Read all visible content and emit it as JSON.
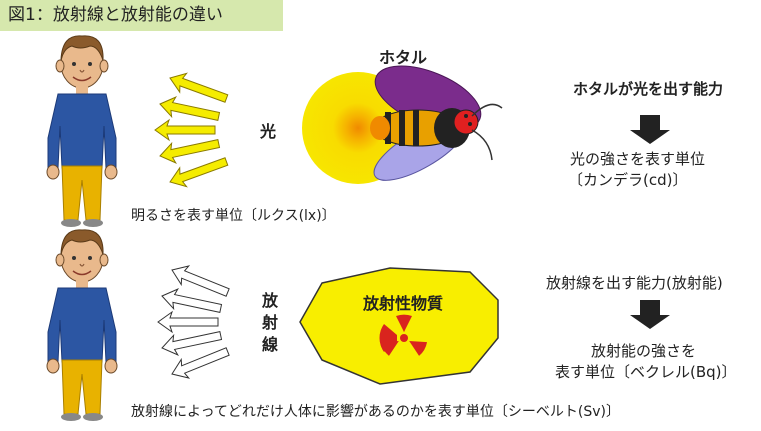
{
  "title": "図1：放射線と放射能の違い",
  "top": {
    "firefly_label": "ホタル",
    "light_label": "光",
    "ability": "ホタルが光を出す能力",
    "unit_line1": "光の強さを表す単位",
    "unit_line2": "〔カンデラ(cd)〕",
    "person_caption": "明るさを表す単位〔ルクス(lx)〕"
  },
  "bottom": {
    "radiation_label_chars": [
      "放",
      "射",
      "線"
    ],
    "material_label": "放射性物質",
    "ability": "放射線を出す能力(放射能)",
    "unit_line1": "放射能の強さを",
    "unit_line2": "表す単位〔ベクレル(Bq)〕",
    "person_caption": "放射線によってどれだけ人体に影響があるのかを表す単位〔シーベルト(Sv)〕"
  },
  "colors": {
    "title_bg": "#d6e8ad",
    "light_yellow": "#f7e600",
    "arrow_yellow": "#f5ec00",
    "firefly_wing": "#7b2c8c",
    "radioactive_yellow": "#f8ee00",
    "trefoil_red": "#d9241e",
    "shirt_blue": "#2c56a3",
    "pants_orange": "#e8b200"
  }
}
